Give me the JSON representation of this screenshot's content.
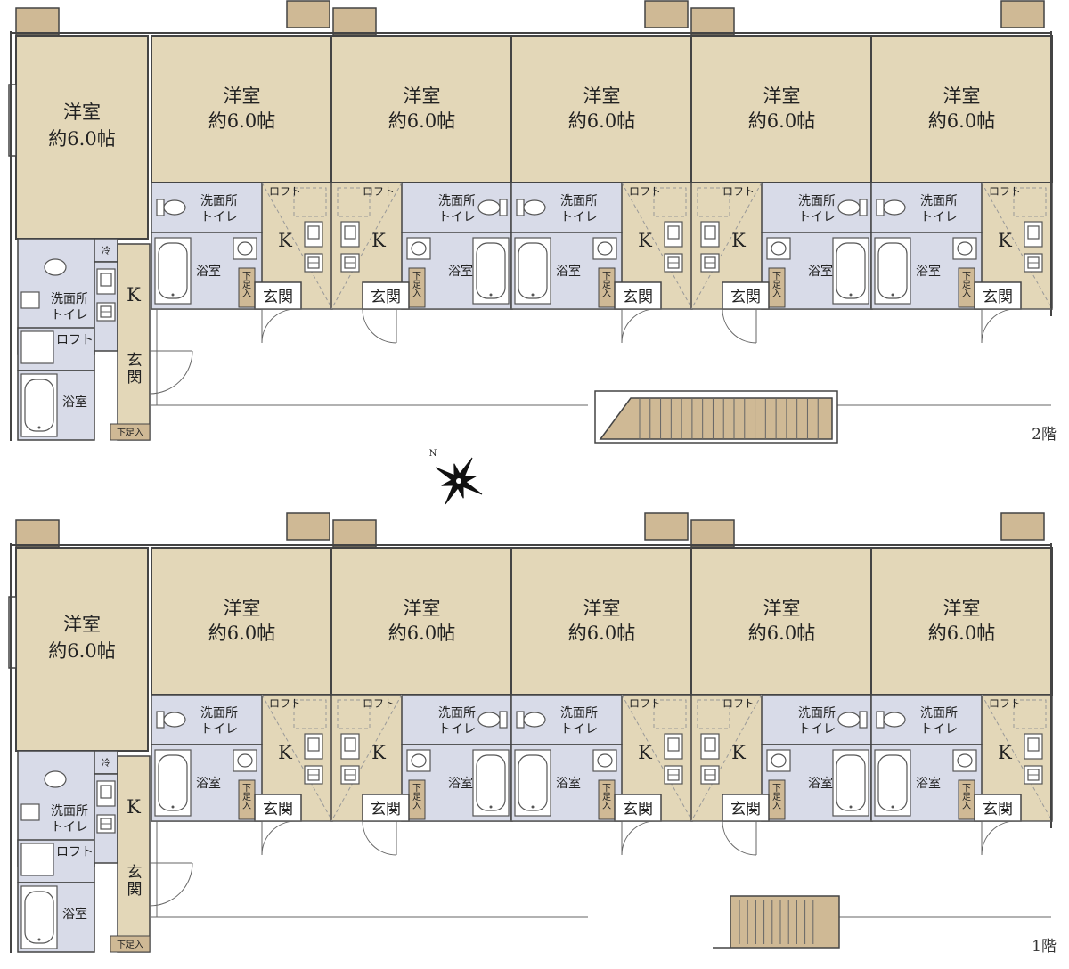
{
  "labels": {
    "western_room": "洋室",
    "area": "約6.0帖",
    "washroom": "洗面所",
    "toilet": "トイレ",
    "loft": "ロフト",
    "kitchen": "K",
    "bath": "浴室",
    "entrance": "玄関",
    "shoe_box": "下足入",
    "fridge": "冷"
  },
  "floors": [
    {
      "id": "2f",
      "label": "2階"
    },
    {
      "id": "1f",
      "label": "1階"
    }
  ],
  "compass": {
    "north": "N",
    "icon": "compass-star-icon"
  },
  "colors": {
    "room": "#e3d7b8",
    "wet_area": "#d8dbe8",
    "balcony": "#cfb995",
    "wall": "#444444"
  }
}
